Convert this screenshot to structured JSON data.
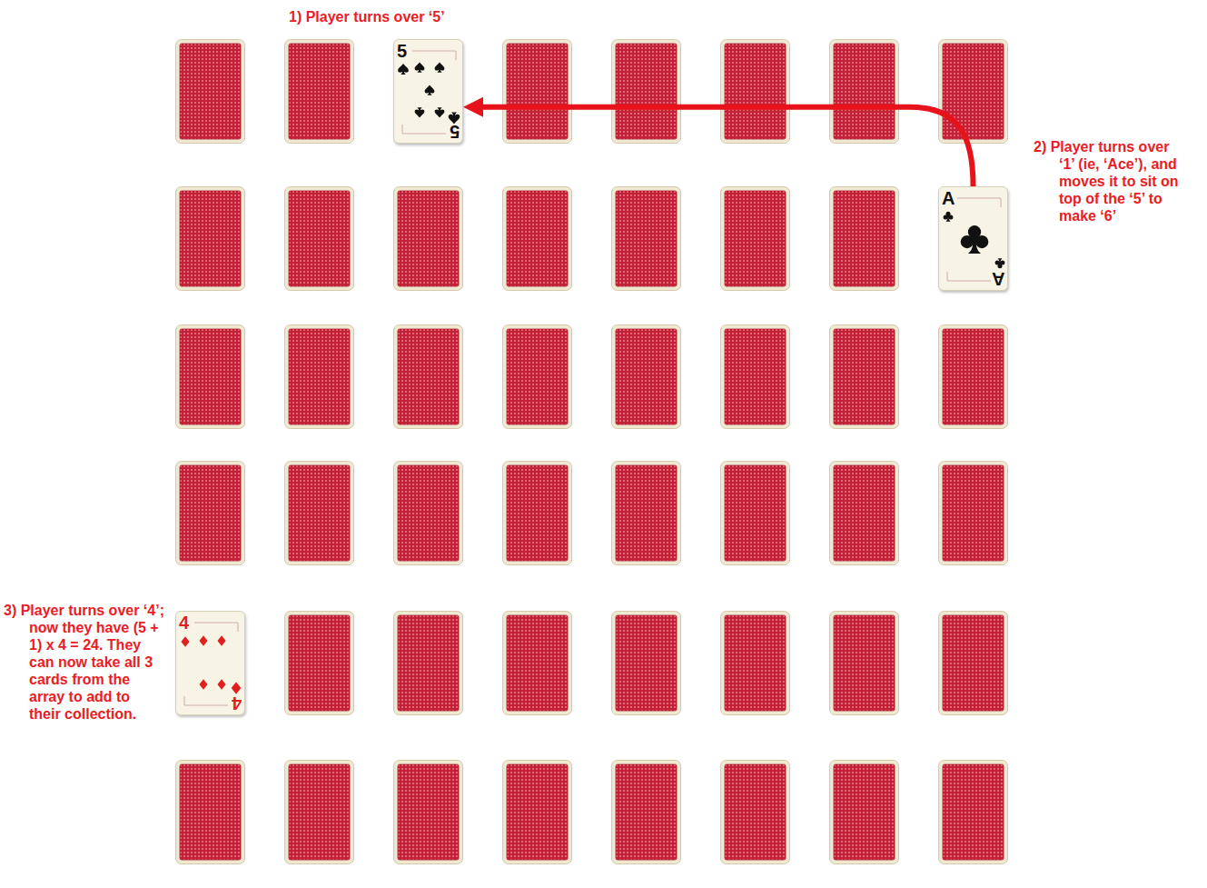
{
  "diagram": {
    "nodes": [
      {
        "text": [
          "5",
          "5"
        ]
      },
      {
        "text": [
          "A",
          "A"
        ]
      },
      {
        "text": [
          "4",
          "4"
        ]
      }
    ],
    "edges": [
      {
        "from": 1,
        "to": 0,
        "arrow": "to"
      }
    ],
    "labels": [
      "1) Player turns over ‘5’",
      "2) Player turns over ‘1’ (ie, ‘Ace’), and moves it to sit on top of the ‘5’ to make ‘6’",
      "3) Player turns over ‘4’; now they have (5 + 1) x 4 = 24. They can now take all 3 cards from the array to add to their collection."
    ]
  }
}
